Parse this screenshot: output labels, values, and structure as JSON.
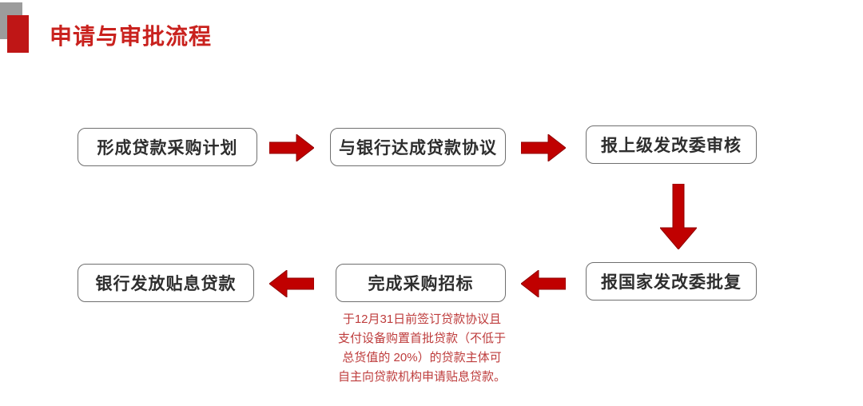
{
  "header": {
    "title": "申请与审批流程",
    "title_color": "#c9221e",
    "deco_gray_color": "#9c9c9c",
    "deco_red_color": "#bf1616"
  },
  "flow": {
    "arrow_color": "#c00000",
    "box_border_color": "#6f6f6f",
    "row1": [
      {
        "label": "形成贷款采购计划"
      },
      {
        "label": "与银行达成贷款协议"
      },
      {
        "label": "报上级发改委审核"
      }
    ],
    "row2": [
      {
        "label": "银行发放贴息贷款"
      },
      {
        "label": "完成采购招标"
      },
      {
        "label": "报国家发改委批复"
      }
    ]
  },
  "note": {
    "color": "#be3c3c",
    "lines": [
      "于12月31日前签订贷款协议且",
      "支付设备购置首批贷款（不低于",
      "总货值的 20%）的贷款主体可",
      "自主向贷款机构申请贴息贷款。"
    ]
  }
}
